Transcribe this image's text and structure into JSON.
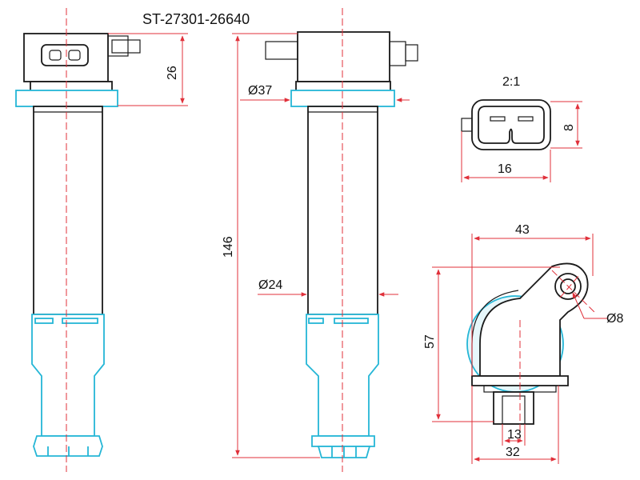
{
  "title": "ST-27301-26640",
  "dimensions": {
    "connector_height": "26",
    "flange_diameter": "Ø37",
    "body_diameter": "Ø24",
    "total_length": "146",
    "scale": "2:1",
    "plug_height": "8",
    "plug_width": "16",
    "head_width": "43",
    "head_height": "57",
    "hole_diameter": "Ø8",
    "pin_width": "13",
    "base_width": "32"
  },
  "colors": {
    "dimension_lines": "#e0303a",
    "seal_parts": "#25b6d6",
    "outline": "#1a1a1a"
  }
}
